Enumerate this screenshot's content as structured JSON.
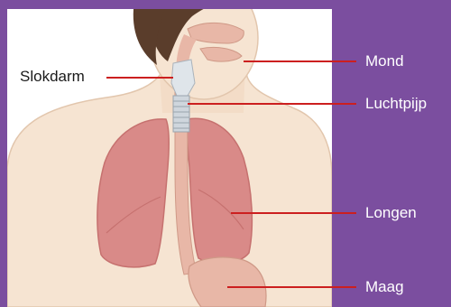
{
  "labels": {
    "slokdarm": "Slokdarm",
    "mond": "Mond",
    "luchtpijp": "Luchtpijp",
    "longen": "Longen",
    "maag": "Maag"
  },
  "colors": {
    "background": "#7b4e9f",
    "panel": "#ffffff",
    "skin": "#f6e4d2",
    "hair": "#5a3d2b",
    "lung": "#d98a88",
    "lung_dark": "#c6716f",
    "esophagus": "#e8b7a7",
    "trachea": "#cfd6dd",
    "leader_line": "#cc1f1f"
  }
}
